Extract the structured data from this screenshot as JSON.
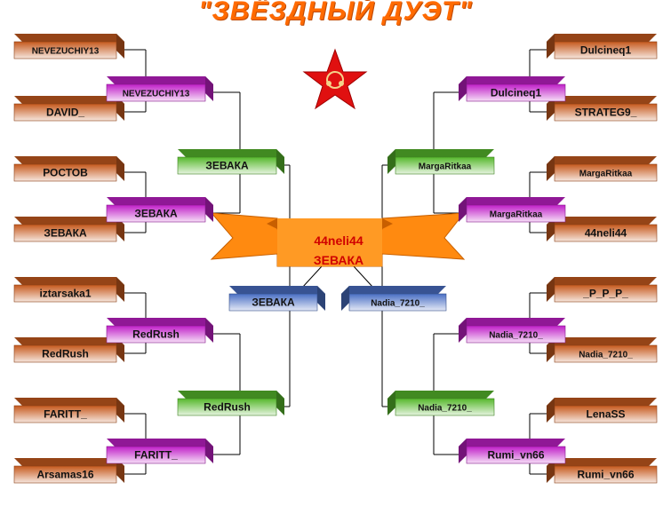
{
  "title": "\"ЗВЁЗДНЫЙ ДУЭТ\"",
  "colors": {
    "round1": "#c65a1e",
    "round2": "#c020c8",
    "round3": "#56b82c",
    "semi": "#4a6fc4",
    "ribbon": "#ff8a10",
    "star": "#e01010",
    "line": "#000000"
  },
  "bracket": {
    "left": {
      "round1": [
        "NEVEZUCHIY13",
        "DAVID_",
        "РОСТОВ",
        "ЗЕВАКА",
        "iztarsaka1",
        "RedRush",
        "FARITT_",
        "Arsamas16"
      ],
      "round2": [
        "NEVEZUCHIY13",
        "ЗЕВАКА",
        "RedRush",
        "FARITT_"
      ],
      "round3": [
        "ЗЕВАКА",
        "RedRush"
      ],
      "semi": "ЗЕВАКА"
    },
    "right": {
      "round1": [
        "Dulcineq1",
        "STRATEG9_",
        "MargaRitkaa",
        "44neli44",
        "_P_P_P_",
        "Nadia_7210_",
        "LenaSS",
        "Rumi_vn66"
      ],
      "round2": [
        "Dulcineq1",
        "MargaRitkaa",
        "Nadia_7210_",
        "Rumi_vn66"
      ],
      "round3": [
        "MargaRitkaa",
        "Nadia_7210_"
      ],
      "semi": "Nadia_7210_"
    },
    "champions": [
      "44neli44",
      "ЗЕВАКА"
    ]
  },
  "star_icon": "red-star-icon"
}
